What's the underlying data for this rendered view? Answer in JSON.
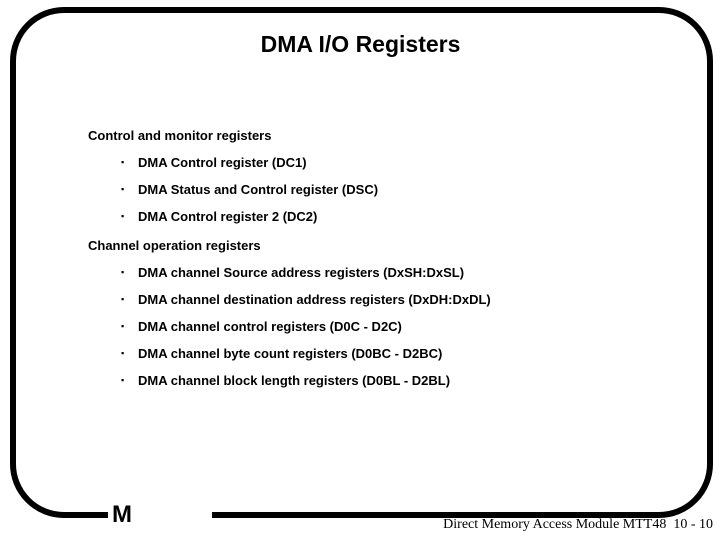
{
  "slide": {
    "title": "DMA I/O Registers",
    "logo_letter": "M",
    "footer_text": "Direct Memory Access Module MTT48  10 - 10",
    "bullet_char": "▪",
    "colors": {
      "background": "#ffffff",
      "text": "#000000",
      "border": "#000000"
    },
    "sections": [
      {
        "heading": "Control and monitor registers",
        "bullets": [
          "DMA Control register (DC1)",
          "DMA Status and Control register (DSC)",
          "DMA Control register 2 (DC2)"
        ]
      },
      {
        "heading": "Channel operation registers",
        "bullets": [
          "DMA channel Source address registers (DxSH:DxSL)",
          "DMA channel destination address registers (DxDH:DxDL)",
          "DMA channel control registers (D0C - D2C)",
          "DMA channel byte count registers (D0BC - D2BC)",
          "DMA channel block length registers (D0BL - D2BL)"
        ]
      }
    ]
  }
}
